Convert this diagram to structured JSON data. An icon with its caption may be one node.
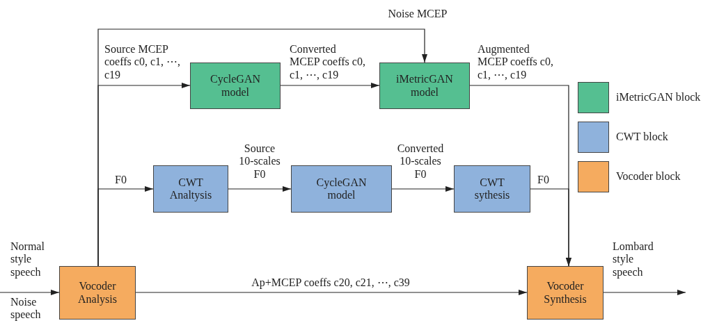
{
  "diagram": {
    "nodes": [
      {
        "text": [
          "Vocoder Analysis"
        ]
      },
      {
        "text": [
          "CycleGAN model"
        ]
      },
      {
        "text": [
          "iMetricGAN model"
        ]
      },
      {
        "text": [
          "CWT Analtysis"
        ]
      },
      {
        "text": [
          "CycleGAN model"
        ]
      },
      {
        "text": [
          "CWT sythesis"
        ]
      },
      {
        "text": [
          "Vocoder Synthesis"
        ]
      }
    ],
    "edges": [
      {
        "from": null,
        "to": 0,
        "arrow": "to",
        "label": "Normal style speech"
      },
      {
        "from": 0,
        "to": 1,
        "arrow": "to",
        "label": "Source MCEP coeffs c0, c1, ⋯, c19"
      },
      {
        "from": 0,
        "to": 2,
        "arrow": "to",
        "label": "Noise MCEP"
      },
      {
        "from": 0,
        "to": 3,
        "arrow": "to",
        "label": "F0"
      },
      {
        "from": 1,
        "to": 2,
        "arrow": "to",
        "label": "Converted MCEP coeffs c0, c1, ⋯, c19"
      },
      {
        "from": 3,
        "to": 4,
        "arrow": "to",
        "label": "Source 10-scales F0"
      },
      {
        "from": 4,
        "to": 5,
        "arrow": "to",
        "label": "Converted 10-scales F0"
      },
      {
        "from": 2,
        "to": 6,
        "arrow": "to",
        "label": "Augmented MCEP coeffs c0, c1, ⋯, c19"
      },
      {
        "from": 5,
        "to": 6,
        "arrow": "to",
        "label": "F0"
      },
      {
        "from": 0,
        "to": 6,
        "arrow": "to",
        "label": "Ap+MCEP coeffs  c20, c21, ⋯, c39"
      },
      {
        "from": 6,
        "to": null,
        "arrow": "to",
        "label": "Lombard style speech"
      }
    ],
    "labels": [
      "Noise speech"
    ],
    "legend": [
      {
        "text": "iMetricGAN block",
        "color": "#55bf91"
      },
      {
        "text": "CWT block",
        "color": "#8fb2dc"
      },
      {
        "text": "Vocoder block",
        "color": "#f5ab5f"
      }
    ]
  }
}
